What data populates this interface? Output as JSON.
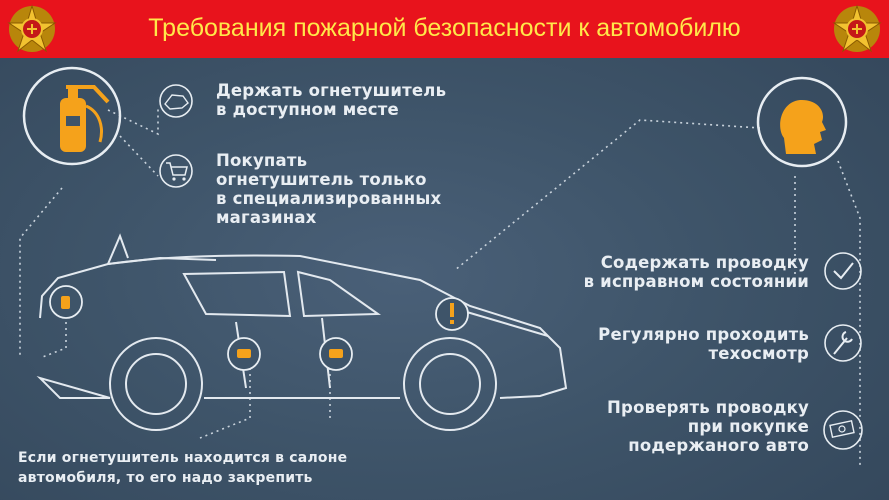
{
  "header": {
    "title": "Требования пожарной безопасности к автомобилю",
    "background": "#e8131c",
    "title_color": "#ffe84a"
  },
  "tips": {
    "keep_extinguisher": [
      "Держать огнетушитель",
      "в доступном месте"
    ],
    "buy_extinguisher": [
      "Покупать",
      "огнетушитель только",
      "в специализированных",
      "магазинах"
    ],
    "wiring_ok": [
      "Содержать проводку",
      "в исправном состоянии"
    ],
    "inspection": [
      "Регулярно проходить",
      "техосмотр"
    ],
    "check_wiring": [
      "Проверять проводку",
      "при покупке",
      "подержаного авто"
    ],
    "fix_extinguisher": [
      "Если огнетушитель находится в салоне",
      "автомобиля, то его надо закрепить"
    ]
  },
  "colors": {
    "accent": "#f5a21b",
    "line": "#dfe6ec"
  },
  "icons": [
    "fire-extinguisher-icon",
    "hand-icon",
    "shopping-cart-icon",
    "person-head-icon",
    "checkmark-icon",
    "wrench-icon",
    "money-icon",
    "warning-icon",
    "emblem-icon"
  ]
}
